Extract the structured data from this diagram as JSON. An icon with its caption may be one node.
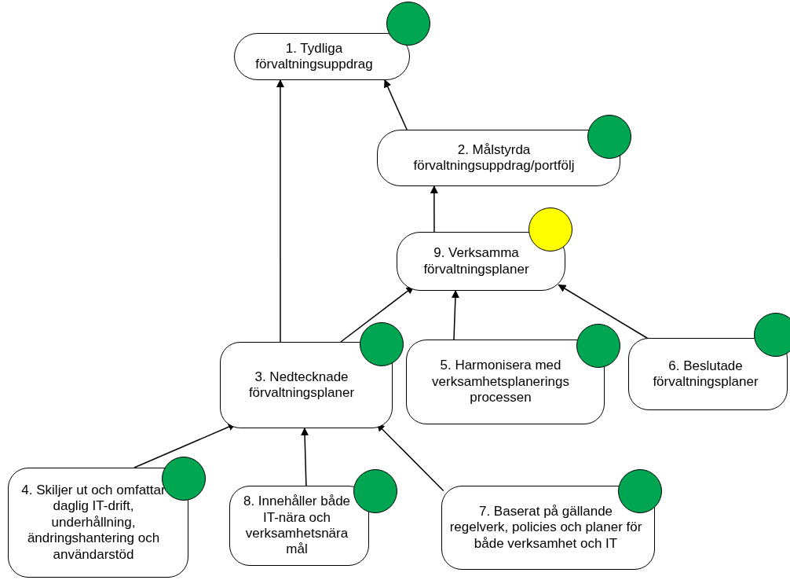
{
  "diagram": {
    "nodes": [
      {
        "text": [
          "1. Tydliga förvaltningsuppdrag"
        ]
      },
      {
        "text": [
          "2. Målstyrda förvaltningsuppdrag/portfölj"
        ]
      },
      {
        "text": [
          "9. Verksamma förvaltningsplaner"
        ]
      },
      {
        "text": [
          "3. Nedtecknade förvaltningsplaner"
        ]
      },
      {
        "text": [
          "5. Harmonisera med verksamhetsplanerings processen"
        ]
      },
      {
        "text": [
          "6. Beslutade förvaltningsplaner"
        ]
      },
      {
        "text": [
          "4. Skiljer ut och omfattar daglig IT-drift, underhållning, ändringshantering och användarstöd"
        ]
      },
      {
        "text": [
          "8. Innehåller både IT-nära och verksamhetsnära mål"
        ]
      },
      {
        "text": [
          "7. Baserat på gällande regelverk, policies och planer för både verksamhet och IT"
        ]
      },
      {
        "text": [],
        "shape": "circle"
      },
      {
        "text": [],
        "shape": "circle"
      },
      {
        "text": [],
        "shape": "circle"
      },
      {
        "text": [],
        "shape": "circle"
      },
      {
        "text": [],
        "shape": "circle"
      },
      {
        "text": [],
        "shape": "circle"
      },
      {
        "text": [],
        "shape": "circle"
      },
      {
        "text": [],
        "shape": "circle"
      },
      {
        "text": [],
        "shape": "circle"
      }
    ],
    "edges": [
      {
        "from": 3,
        "to": 0,
        "arrow": "to"
      },
      {
        "from": 1,
        "to": 0,
        "arrow": "to"
      },
      {
        "from": 2,
        "to": 1,
        "arrow": "to"
      },
      {
        "from": 3,
        "to": 2,
        "arrow": "to"
      },
      {
        "from": 4,
        "to": 2,
        "arrow": "to"
      },
      {
        "from": 5,
        "to": 2,
        "arrow": "to"
      },
      {
        "from": 6,
        "to": 3,
        "arrow": "to"
      },
      {
        "from": 7,
        "to": 3,
        "arrow": "to"
      },
      {
        "from": 8,
        "to": 3,
        "arrow": "to"
      }
    ]
  }
}
